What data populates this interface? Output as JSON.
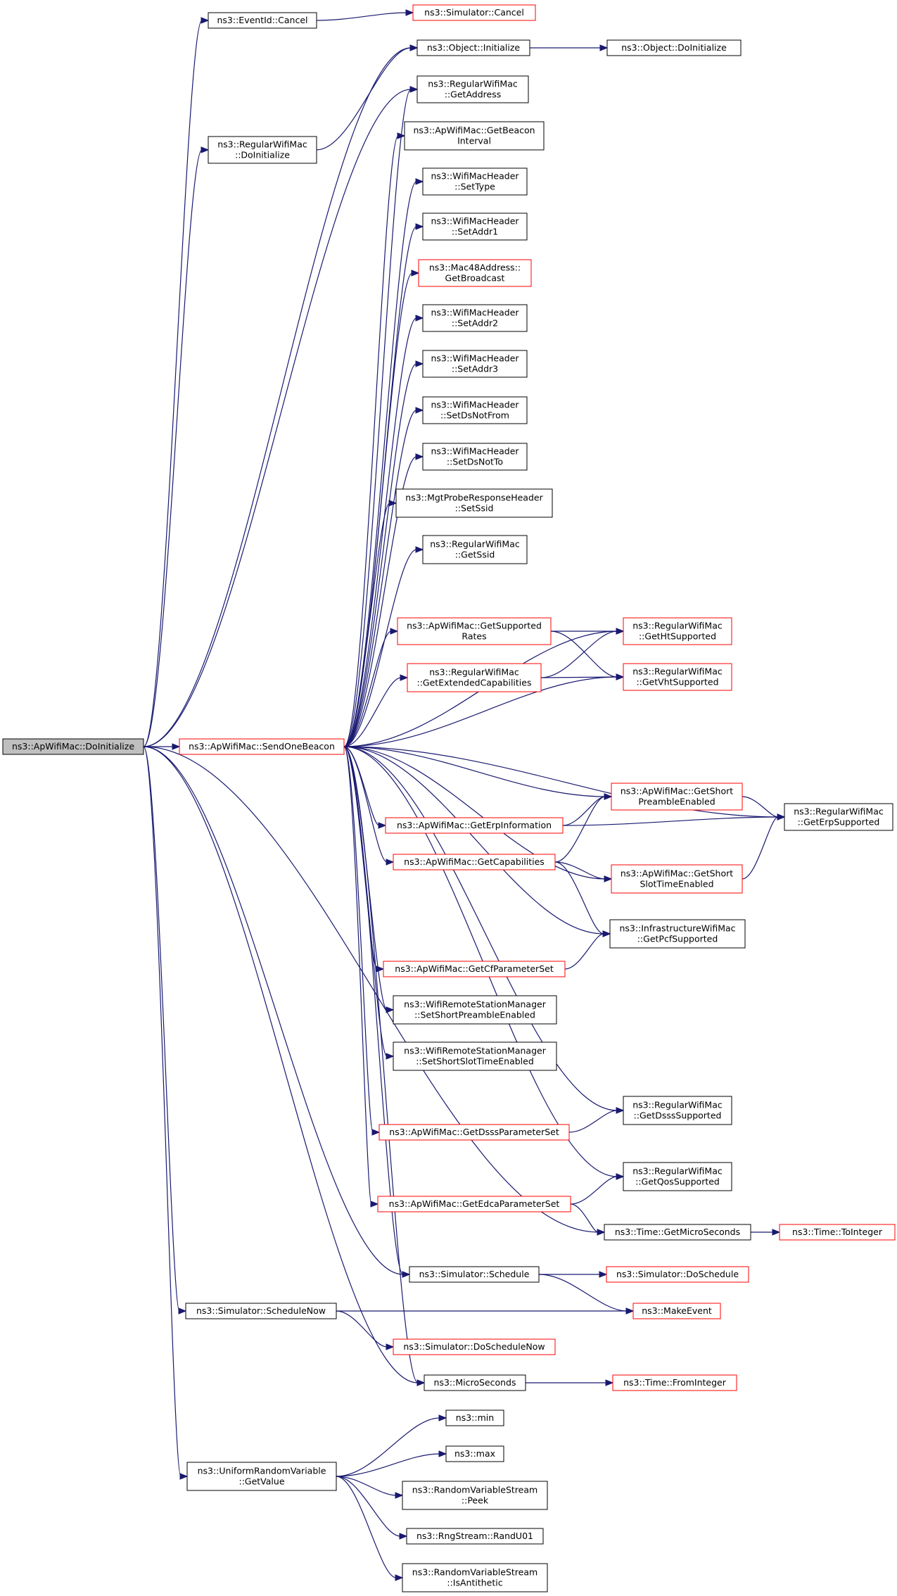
{
  "graph": {
    "root": "ApWifiMac_DoInitialize",
    "node_stroke_colors": {
      "red": "#ff0000",
      "black": "#000000"
    },
    "root_fill": "#bfbfbf",
    "edge_color": "#191970",
    "nodes": [
      {
        "id": "ApWifiMac_DoInitialize",
        "lines": [
          "ns3::ApWifiMac::DoInitialize"
        ],
        "border": "black",
        "root": true
      },
      {
        "id": "EventId_Cancel",
        "lines": [
          "ns3::EventId::Cancel"
        ],
        "border": "black"
      },
      {
        "id": "Simulator_Cancel",
        "lines": [
          "ns3::Simulator::Cancel"
        ],
        "border": "red"
      },
      {
        "id": "Object_Initialize",
        "lines": [
          "ns3::Object::Initialize"
        ],
        "border": "black"
      },
      {
        "id": "Object_DoInitialize",
        "lines": [
          "ns3::Object::DoInitialize"
        ],
        "border": "black"
      },
      {
        "id": "RegularWifiMac_GetAddress",
        "lines": [
          "ns3::RegularWifiMac",
          "::GetAddress"
        ],
        "border": "black"
      },
      {
        "id": "RegularWifiMac_DoInitialize",
        "lines": [
          "ns3::RegularWifiMac",
          "::DoInitialize"
        ],
        "border": "black"
      },
      {
        "id": "ApWifiMac_GetBeaconInterval",
        "lines": [
          "ns3::ApWifiMac::GetBeacon",
          "Interval"
        ],
        "border": "black"
      },
      {
        "id": "WifiMacHeader_SetType",
        "lines": [
          "ns3::WifiMacHeader",
          "::SetType"
        ],
        "border": "black"
      },
      {
        "id": "WifiMacHeader_SetAddr1",
        "lines": [
          "ns3::WifiMacHeader",
          "::SetAddr1"
        ],
        "border": "black"
      },
      {
        "id": "Mac48Address_GetBroadcast",
        "lines": [
          "ns3::Mac48Address::",
          "GetBroadcast"
        ],
        "border": "red"
      },
      {
        "id": "WifiMacHeader_SetAddr2",
        "lines": [
          "ns3::WifiMacHeader",
          "::SetAddr2"
        ],
        "border": "black"
      },
      {
        "id": "WifiMacHeader_SetAddr3",
        "lines": [
          "ns3::WifiMacHeader",
          "::SetAddr3"
        ],
        "border": "black"
      },
      {
        "id": "WifiMacHeader_SetDsNotFrom",
        "lines": [
          "ns3::WifiMacHeader",
          "::SetDsNotFrom"
        ],
        "border": "black"
      },
      {
        "id": "WifiMacHeader_SetDsNotTo",
        "lines": [
          "ns3::WifiMacHeader",
          "::SetDsNotTo"
        ],
        "border": "black"
      },
      {
        "id": "MgtProbeResponseHeader_SetSsid",
        "lines": [
          "ns3::MgtProbeResponseHeader",
          "::SetSsid"
        ],
        "border": "black"
      },
      {
        "id": "RegularWifiMac_GetSsid",
        "lines": [
          "ns3::RegularWifiMac",
          "::GetSsid"
        ],
        "border": "black"
      },
      {
        "id": "ApWifiMac_GetSupportedRates",
        "lines": [
          "ns3::ApWifiMac::GetSupported",
          "Rates"
        ],
        "border": "red"
      },
      {
        "id": "RegularWifiMac_GetHtSupported",
        "lines": [
          "ns3::RegularWifiMac",
          "::GetHtSupported"
        ],
        "border": "red"
      },
      {
        "id": "RegularWifiMac_GetExtendedCapabilities",
        "lines": [
          "ns3::RegularWifiMac",
          "::GetExtendedCapabilities"
        ],
        "border": "red"
      },
      {
        "id": "RegularWifiMac_GetVhtSupported",
        "lines": [
          "ns3::RegularWifiMac",
          "::GetVhtSupported"
        ],
        "border": "red"
      },
      {
        "id": "ApWifiMac_SendOneBeacon",
        "lines": [
          "ns3::ApWifiMac::SendOneBeacon"
        ],
        "border": "red"
      },
      {
        "id": "ApWifiMac_GetShortPreambleEnabled",
        "lines": [
          "ns3::ApWifiMac::GetShort",
          "PreambleEnabled"
        ],
        "border": "red"
      },
      {
        "id": "RegularWifiMac_GetErpSupported",
        "lines": [
          "ns3::RegularWifiMac",
          "::GetErpSupported"
        ],
        "border": "black"
      },
      {
        "id": "ApWifiMac_GetErpInformation",
        "lines": [
          "ns3::ApWifiMac::GetErpInformation"
        ],
        "border": "red"
      },
      {
        "id": "ApWifiMac_GetCapabilities",
        "lines": [
          "ns3::ApWifiMac::GetCapabilities"
        ],
        "border": "red"
      },
      {
        "id": "ApWifiMac_GetShortSlotTimeEnabled",
        "lines": [
          "ns3::ApWifiMac::GetShort",
          "SlotTimeEnabled"
        ],
        "border": "red"
      },
      {
        "id": "InfrastructureWifiMac_GetPcfSupported",
        "lines": [
          "ns3::InfrastructureWifiMac",
          "::GetPcfSupported"
        ],
        "border": "black"
      },
      {
        "id": "ApWifiMac_GetCfParameterSet",
        "lines": [
          "ns3::ApWifiMac::GetCfParameterSet"
        ],
        "border": "red"
      },
      {
        "id": "WifiRemoteStationManager_SetShortPreambleEnabled",
        "lines": [
          "ns3::WifiRemoteStationManager",
          "::SetShortPreambleEnabled"
        ],
        "border": "black"
      },
      {
        "id": "WifiRemoteStationManager_SetShortSlotTimeEnabled",
        "lines": [
          "ns3::WifiRemoteStationManager",
          "::SetShortSlotTimeEnabled"
        ],
        "border": "black"
      },
      {
        "id": "RegularWifiMac_GetDsssSupported",
        "lines": [
          "ns3::RegularWifiMac",
          "::GetDsssSupported"
        ],
        "border": "black"
      },
      {
        "id": "ApWifiMac_GetDsssParameterSet",
        "lines": [
          "ns3::ApWifiMac::GetDsssParameterSet"
        ],
        "border": "red"
      },
      {
        "id": "RegularWifiMac_GetQosSupported",
        "lines": [
          "ns3::RegularWifiMac",
          "::GetQosSupported"
        ],
        "border": "black"
      },
      {
        "id": "ApWifiMac_GetEdcaParameterSet",
        "lines": [
          "ns3::ApWifiMac::GetEdcaParameterSet"
        ],
        "border": "red"
      },
      {
        "id": "Time_GetMicroSeconds",
        "lines": [
          "ns3::Time::GetMicroSeconds"
        ],
        "border": "black"
      },
      {
        "id": "Time_ToInteger",
        "lines": [
          "ns3::Time::ToInteger"
        ],
        "border": "red"
      },
      {
        "id": "Simulator_Schedule",
        "lines": [
          "ns3::Simulator::Schedule"
        ],
        "border": "black"
      },
      {
        "id": "Simulator_DoSchedule",
        "lines": [
          "ns3::Simulator::DoSchedule"
        ],
        "border": "red"
      },
      {
        "id": "Simulator_ScheduleNow",
        "lines": [
          "ns3::Simulator::ScheduleNow"
        ],
        "border": "black"
      },
      {
        "id": "MakeEvent",
        "lines": [
          "ns3::MakeEvent"
        ],
        "border": "red"
      },
      {
        "id": "Simulator_DoScheduleNow",
        "lines": [
          "ns3::Simulator::DoScheduleNow"
        ],
        "border": "red"
      },
      {
        "id": "MicroSeconds",
        "lines": [
          "ns3::MicroSeconds"
        ],
        "border": "black"
      },
      {
        "id": "Time_FromInteger",
        "lines": [
          "ns3::Time::FromInteger"
        ],
        "border": "red"
      },
      {
        "id": "min",
        "lines": [
          "ns3::min"
        ],
        "border": "black"
      },
      {
        "id": "max",
        "lines": [
          "ns3::max"
        ],
        "border": "black"
      },
      {
        "id": "UniformRandomVariable_GetValue",
        "lines": [
          "ns3::UniformRandomVariable",
          "::GetValue"
        ],
        "border": "black"
      },
      {
        "id": "RandomVariableStream_Peek",
        "lines": [
          "ns3::RandomVariableStream",
          "::Peek"
        ],
        "border": "black"
      },
      {
        "id": "RngStream_RandU01",
        "lines": [
          "ns3::RngStream::RandU01"
        ],
        "border": "black"
      },
      {
        "id": "RandomVariableStream_IsAntithetic",
        "lines": [
          "ns3::RandomVariableStream",
          "::IsAntithetic"
        ],
        "border": "black"
      }
    ],
    "edges": [
      [
        "ApWifiMac_DoInitialize",
        "EventId_Cancel"
      ],
      [
        "EventId_Cancel",
        "Simulator_Cancel"
      ],
      [
        "ApWifiMac_DoInitialize",
        "Object_Initialize"
      ],
      [
        "Object_Initialize",
        "Object_DoInitialize"
      ],
      [
        "ApWifiMac_DoInitialize",
        "RegularWifiMac_GetAddress"
      ],
      [
        "ApWifiMac_DoInitialize",
        "RegularWifiMac_DoInitialize"
      ],
      [
        "RegularWifiMac_DoInitialize",
        "Object_Initialize"
      ],
      [
        "ApWifiMac_DoInitialize",
        "ApWifiMac_SendOneBeacon"
      ],
      [
        "ApWifiMac_DoInitialize",
        "Time_GetMicroSeconds"
      ],
      [
        "ApWifiMac_DoInitialize",
        "Simulator_Schedule"
      ],
      [
        "ApWifiMac_DoInitialize",
        "Simulator_ScheduleNow"
      ],
      [
        "ApWifiMac_DoInitialize",
        "MicroSeconds"
      ],
      [
        "ApWifiMac_DoInitialize",
        "UniformRandomVariable_GetValue"
      ],
      [
        "ApWifiMac_SendOneBeacon",
        "RegularWifiMac_GetAddress"
      ],
      [
        "ApWifiMac_SendOneBeacon",
        "ApWifiMac_GetBeaconInterval"
      ],
      [
        "ApWifiMac_SendOneBeacon",
        "WifiMacHeader_SetType"
      ],
      [
        "ApWifiMac_SendOneBeacon",
        "WifiMacHeader_SetAddr1"
      ],
      [
        "ApWifiMac_SendOneBeacon",
        "Mac48Address_GetBroadcast"
      ],
      [
        "ApWifiMac_SendOneBeacon",
        "WifiMacHeader_SetAddr2"
      ],
      [
        "ApWifiMac_SendOneBeacon",
        "WifiMacHeader_SetAddr3"
      ],
      [
        "ApWifiMac_SendOneBeacon",
        "WifiMacHeader_SetDsNotFrom"
      ],
      [
        "ApWifiMac_SendOneBeacon",
        "WifiMacHeader_SetDsNotTo"
      ],
      [
        "ApWifiMac_SendOneBeacon",
        "MgtProbeResponseHeader_SetSsid"
      ],
      [
        "ApWifiMac_SendOneBeacon",
        "RegularWifiMac_GetSsid"
      ],
      [
        "ApWifiMac_SendOneBeacon",
        "ApWifiMac_GetSupportedRates"
      ],
      [
        "ApWifiMac_SendOneBeacon",
        "RegularWifiMac_GetHtSupported"
      ],
      [
        "ApWifiMac_SendOneBeacon",
        "RegularWifiMac_GetExtendedCapabilities"
      ],
      [
        "ApWifiMac_SendOneBeacon",
        "RegularWifiMac_GetVhtSupported"
      ],
      [
        "ApWifiMac_SendOneBeacon",
        "ApWifiMac_GetShortPreambleEnabled"
      ],
      [
        "ApWifiMac_SendOneBeacon",
        "RegularWifiMac_GetErpSupported"
      ],
      [
        "ApWifiMac_SendOneBeacon",
        "ApWifiMac_GetErpInformation"
      ],
      [
        "ApWifiMac_SendOneBeacon",
        "ApWifiMac_GetCapabilities"
      ],
      [
        "ApWifiMac_SendOneBeacon",
        "ApWifiMac_GetShortSlotTimeEnabled"
      ],
      [
        "ApWifiMac_SendOneBeacon",
        "InfrastructureWifiMac_GetPcfSupported"
      ],
      [
        "ApWifiMac_SendOneBeacon",
        "ApWifiMac_GetCfParameterSet"
      ],
      [
        "ApWifiMac_SendOneBeacon",
        "WifiRemoteStationManager_SetShortPreambleEnabled"
      ],
      [
        "ApWifiMac_SendOneBeacon",
        "WifiRemoteStationManager_SetShortSlotTimeEnabled"
      ],
      [
        "ApWifiMac_SendOneBeacon",
        "RegularWifiMac_GetDsssSupported"
      ],
      [
        "ApWifiMac_SendOneBeacon",
        "ApWifiMac_GetDsssParameterSet"
      ],
      [
        "ApWifiMac_SendOneBeacon",
        "RegularWifiMac_GetQosSupported"
      ],
      [
        "ApWifiMac_SendOneBeacon",
        "ApWifiMac_GetEdcaParameterSet"
      ],
      [
        "ApWifiMac_SendOneBeacon",
        "Simulator_Schedule"
      ],
      [
        "ApWifiMac_SendOneBeacon",
        "MicroSeconds"
      ],
      [
        "ApWifiMac_GetSupportedRates",
        "RegularWifiMac_GetHtSupported"
      ],
      [
        "ApWifiMac_GetSupportedRates",
        "RegularWifiMac_GetVhtSupported"
      ],
      [
        "RegularWifiMac_GetExtendedCapabilities",
        "RegularWifiMac_GetHtSupported"
      ],
      [
        "RegularWifiMac_GetExtendedCapabilities",
        "RegularWifiMac_GetVhtSupported"
      ],
      [
        "ApWifiMac_GetShortPreambleEnabled",
        "RegularWifiMac_GetErpSupported"
      ],
      [
        "ApWifiMac_GetErpInformation",
        "ApWifiMac_GetShortPreambleEnabled"
      ],
      [
        "ApWifiMac_GetErpInformation",
        "RegularWifiMac_GetErpSupported"
      ],
      [
        "ApWifiMac_GetCapabilities",
        "ApWifiMac_GetShortPreambleEnabled"
      ],
      [
        "ApWifiMac_GetCapabilities",
        "ApWifiMac_GetShortSlotTimeEnabled"
      ],
      [
        "ApWifiMac_GetCapabilities",
        "InfrastructureWifiMac_GetPcfSupported"
      ],
      [
        "ApWifiMac_GetShortSlotTimeEnabled",
        "RegularWifiMac_GetErpSupported"
      ],
      [
        "ApWifiMac_GetCfParameterSet",
        "InfrastructureWifiMac_GetPcfSupported"
      ],
      [
        "ApWifiMac_GetDsssParameterSet",
        "RegularWifiMac_GetDsssSupported"
      ],
      [
        "ApWifiMac_GetEdcaParameterSet",
        "RegularWifiMac_GetQosSupported"
      ],
      [
        "ApWifiMac_GetEdcaParameterSet",
        "Time_GetMicroSeconds"
      ],
      [
        "Time_GetMicroSeconds",
        "Time_ToInteger"
      ],
      [
        "Simulator_Schedule",
        "Simulator_DoSchedule"
      ],
      [
        "Simulator_Schedule",
        "MakeEvent"
      ],
      [
        "Simulator_ScheduleNow",
        "MakeEvent"
      ],
      [
        "Simulator_ScheduleNow",
        "Simulator_DoScheduleNow"
      ],
      [
        "MicroSeconds",
        "Time_FromInteger"
      ],
      [
        "UniformRandomVariable_GetValue",
        "min"
      ],
      [
        "UniformRandomVariable_GetValue",
        "max"
      ],
      [
        "UniformRandomVariable_GetValue",
        "RandomVariableStream_Peek"
      ],
      [
        "UniformRandomVariable_GetValue",
        "RngStream_RandU01"
      ],
      [
        "UniformRandomVariable_GetValue",
        "RandomVariableStream_IsAntithetic"
      ]
    ]
  }
}
